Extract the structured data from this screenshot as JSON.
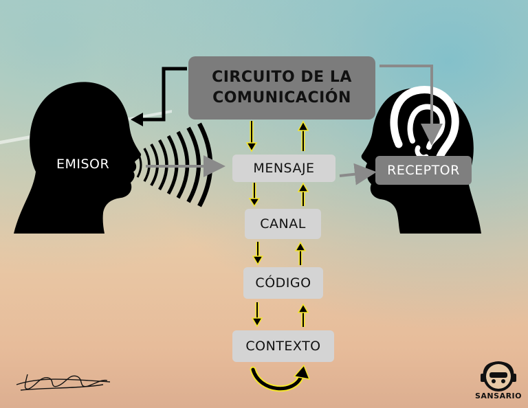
{
  "title": {
    "line1": "CIRCUITO DE LA",
    "line2": "COMUNICACIÓN"
  },
  "nodes": {
    "emisor": "EMISOR",
    "receptor": "RECEPTOR",
    "mensaje": "MENSAJE",
    "canal": "CANAL",
    "codigo": "CÓDIGO",
    "contexto": "CONTEXTO"
  },
  "watermark": "SANSARIO",
  "signature": "Alberto Sánchez",
  "colors": {
    "arrow_yellow": "#f5e62a",
    "box_grey": "#d4d4d4",
    "title_grey": "#7c7c7c",
    "connector_grey": "#8a8a8a"
  }
}
